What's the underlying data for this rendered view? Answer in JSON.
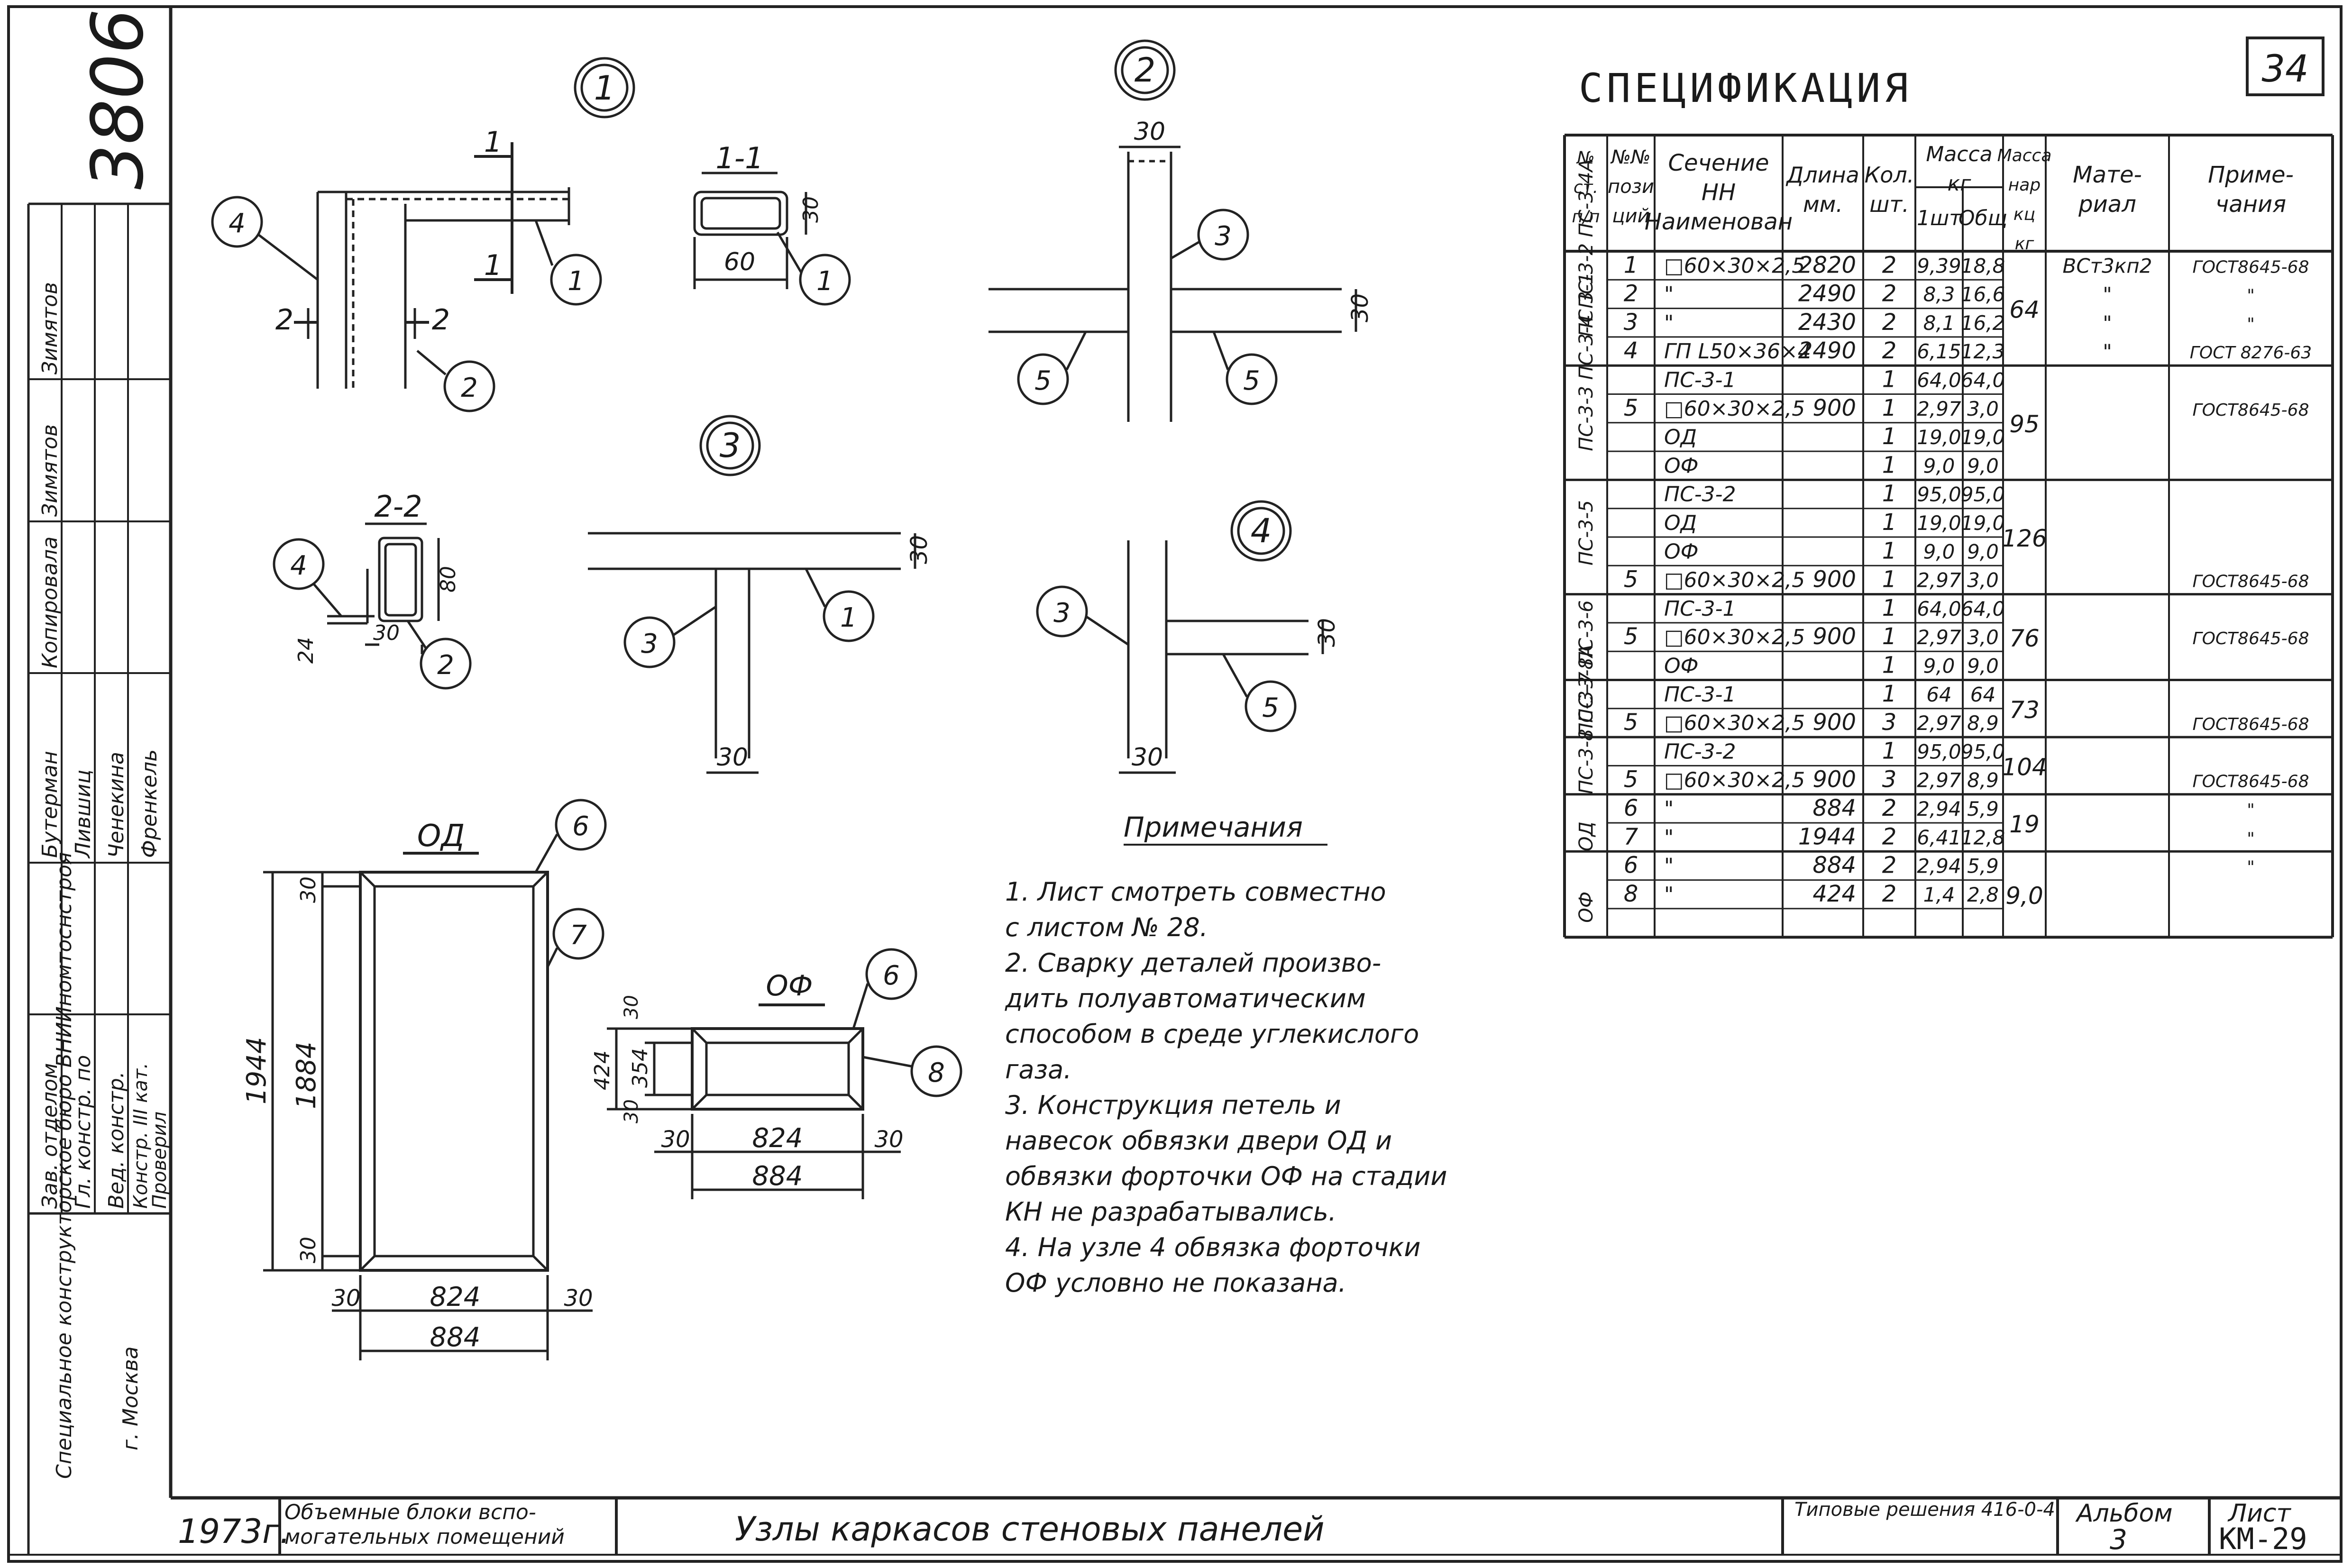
{
  "sheet_corner_number": "34",
  "archive_number": "3806",
  "stamp": {
    "roles": [
      "Зав. отделом",
      "Гл. констр. по",
      "Вед. констр.",
      "Констр. III кат.",
      "Проверил"
    ],
    "names": [
      "Бутерман",
      "Лившиц",
      "Ченекина",
      "Френкель"
    ],
    "signatures_column": [
      "Зимятов",
      "Зимятов",
      "Копировала"
    ],
    "organization": "Специальное конструкторское бюро ВНИИномтоснстроя",
    "city": "г. Москва"
  },
  "nodes": {
    "n1": "1",
    "n2": "2",
    "n3": "3",
    "n4": "4"
  },
  "sections": {
    "s11": "1-1",
    "s22": "2-2",
    "cut1": "1",
    "cut2": "2"
  },
  "dims": {
    "d30": "30",
    "d60": "60",
    "d80": "80",
    "d24": "24",
    "d1944": "1944",
    "d1884": "1884",
    "d824": "824",
    "d884": "884",
    "d424": "424",
    "d354": "354"
  },
  "callouts": {
    "c1": "1",
    "c2": "2",
    "c3": "3",
    "c4": "4",
    "c5": "5",
    "c6": "6",
    "c7": "7",
    "c8": "8"
  },
  "frames": {
    "od": "ОД",
    "of": "ОФ"
  },
  "notes": {
    "title": "Примечания",
    "lines": [
      "1. Лист смотреть совместно",
      "с листом № 28.",
      "2. Сварку деталей произво-",
      "дить полуавтоматическим",
      "способом в среде углекислого",
      "газа.",
      "3. Конструкция петель и",
      "навесок обвязки двери ОД и",
      "обвязки форточки ОФ на стадии",
      "КН не разрабатывались.",
      "4. На узле 4 обвязка форточки",
      "ОФ условно не показана."
    ]
  },
  "spec": {
    "title": "СПЕЦИФИКАЦИЯ",
    "headers": {
      "c0": "№ ст. п/п",
      "c1": "№№ пози ций",
      "c2": "Сечение НН Наименован",
      "c3": "Длина мм.",
      "c4": "Кол. шт.",
      "c5": "Масса кг",
      "c5a": "1шт",
      "c5b": "Общ",
      "c6": "Масса нар кц кг",
      "c7": "Мате- риал",
      "c8": "Приме- чания"
    },
    "groups": [
      "ПС 3-1",
      "ПС-3-3 ПС-3-4 ПС-3-2 ПС-3-4А",
      "ПС-3-5",
      "ПС-3-6",
      "ПС-3-7",
      "ПС-3-8 ПС-3-8А",
      "ОД",
      "ОФ"
    ],
    "group_mass": [
      "64",
      "95",
      "126",
      "76",
      "73",
      "104",
      "19",
      "9,0"
    ],
    "rows": [
      [
        "1",
        "□60×30×2,5",
        "2820",
        "2",
        "9,39",
        "18,8",
        "ВСт3кп2",
        "ГОСТ8645-68"
      ],
      [
        "2",
        "\"",
        "2490",
        "2",
        "8,3",
        "16,6",
        "\"",
        "\""
      ],
      [
        "3",
        "\"",
        "2430",
        "2",
        "8,1",
        "16,2",
        "\"",
        "\""
      ],
      [
        "4",
        "ГП L50×36×4",
        "2490",
        "2",
        "6,15",
        "12,3",
        "\"",
        "ГОСТ 8276-63"
      ],
      [
        "",
        "ПС-3-1",
        "",
        "1",
        "64,0",
        "64,0",
        "",
        ""
      ],
      [
        "5",
        "□60×30×2,5",
        "900",
        "1",
        "2,97",
        "3,0",
        "",
        "ГОСТ8645-68"
      ],
      [
        "",
        "ОД",
        "",
        "1",
        "19,0",
        "19,0",
        "",
        ""
      ],
      [
        "",
        "ОФ",
        "",
        "1",
        "9,0",
        "9,0",
        "",
        ""
      ],
      [
        "",
        "ПС-3-2",
        "",
        "1",
        "95,0",
        "95,0",
        "",
        ""
      ],
      [
        "",
        "ОД",
        "",
        "1",
        "19,0",
        "19,0",
        "",
        ""
      ],
      [
        "",
        "ОФ",
        "",
        "1",
        "9,0",
        "9,0",
        "",
        ""
      ],
      [
        "5",
        "□60×30×2,5",
        "900",
        "1",
        "2,97",
        "3,0",
        "",
        "ГОСТ8645-68"
      ],
      [
        "",
        "ПС-3-1",
        "",
        "1",
        "64,0",
        "64,0",
        "",
        ""
      ],
      [
        "5",
        "□60×30×2,5",
        "900",
        "1",
        "2,97",
        "3,0",
        "",
        "ГОСТ8645-68"
      ],
      [
        "",
        "ОФ",
        "",
        "1",
        "9,0",
        "9,0",
        "",
        ""
      ],
      [
        "",
        "ПС-3-1",
        "",
        "1",
        "64",
        "64",
        "",
        ""
      ],
      [
        "5",
        "□60×30×2,5",
        "900",
        "3",
        "2,97",
        "8,9",
        "",
        "ГОСТ8645-68"
      ],
      [
        "",
        "ПС-3-2",
        "",
        "1",
        "95,0",
        "95,0",
        "",
        ""
      ],
      [
        "5",
        "□60×30×2,5",
        "900",
        "3",
        "2,97",
        "8,9",
        "",
        "ГОСТ8645-68"
      ],
      [
        "6",
        "\"",
        "884",
        "2",
        "2,94",
        "5,9",
        "",
        "\""
      ],
      [
        "7",
        "\"",
        "1944",
        "2",
        "6,41",
        "12,8",
        "",
        "\""
      ],
      [
        "6",
        "\"",
        "884",
        "2",
        "2,94",
        "5,9",
        "",
        "\""
      ],
      [
        "8",
        "\"",
        "424",
        "2",
        "1,4",
        "2,8",
        "",
        ""
      ],
      [
        "",
        "",
        "",
        "",
        "",
        "",
        "",
        ""
      ]
    ]
  },
  "title_block": {
    "year": "1973г.",
    "project": "Объемные блоки вспо- могательных помещений",
    "sheet_title": "Узлы каркасов стеновых панелей",
    "series": "Типовые решения 416-0-4",
    "album_label": "Альбом",
    "album_value": "3",
    "sheet_label": "Лист",
    "sheet_value": "КМ-29"
  }
}
